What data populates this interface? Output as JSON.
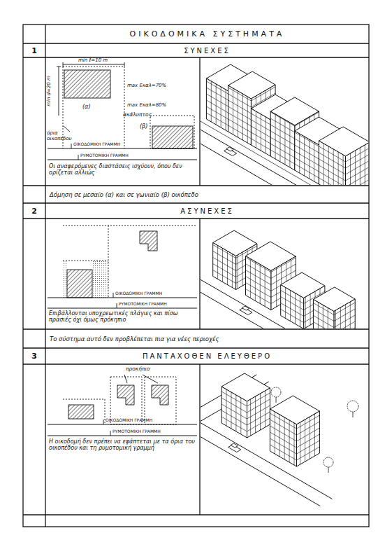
{
  "diagram": {
    "title": "ΟΙΚΟΔΟΜΙΚΑ ΣΥΣΤΗΜΑΤΑ",
    "nodes": [
      {
        "text": [
          "1"
        ]
      },
      {
        "text": [
          "ΣΥΝΕΧΕΣ"
        ]
      },
      {
        "text": [
          "Δόμηση σε μεσαίο (α) και σε γωνιαίο (β) οικόπεδο"
        ]
      },
      {
        "text": [
          "2"
        ]
      },
      {
        "text": [
          "ΑΣΥΝΕΧΕΣ"
        ]
      },
      {
        "text": [
          "Το σύστημα αυτό δεν προβλέπεται πια για νέες περιοχές"
        ]
      },
      {
        "text": [
          "3"
        ]
      },
      {
        "text": [
          "ΠΑΝΤΑΧΟΘΕΝ ΕΛΕΥΘΕΡΟ"
        ]
      }
    ],
    "labels": [
      "min ℓ=10 m",
      "min d=20 m",
      "max Εκαλ=70%",
      "max Εκαλ=80%",
      "(α)",
      "(β)",
      "ακάλυπτος",
      "όρια οικοπέδου",
      "ΟΙΚΟΔΟΜΙΚΗ ΓΡΑΜΜΗ",
      "ΡΥΜΟΤΟΜΙΚΗ ΓΡΑΜΜΗ",
      "Οι αναφερόμενες διαστάσεις ισχύουν, όπου δεν ορίζεται αλλιώς",
      "ΟΙΚΟΔΟΜΙΚΗ ΓΡΑΜΜΗ",
      "ΡΥΜΟΤΟΜΙΚΗ ΓΡΑΜΜΗ",
      "Επιβάλλονται υποχρεωτικές πλάγιες και πίσω πρασιές όχι όμως πρόκηπιο",
      "προκήπιο",
      "ΟΙΚΟΔΟΜΙΚΗ ΓΡΑΜΜΗ",
      "ΡΥΜΟΤΟΜΙΚΗ ΓΡΑΜΜΗ",
      "Η οικοδομή δεν πρέπει να εφάπτεται με τα όρια του οικοπέδου και τη ρυμοτομική γραμμή"
    ]
  }
}
